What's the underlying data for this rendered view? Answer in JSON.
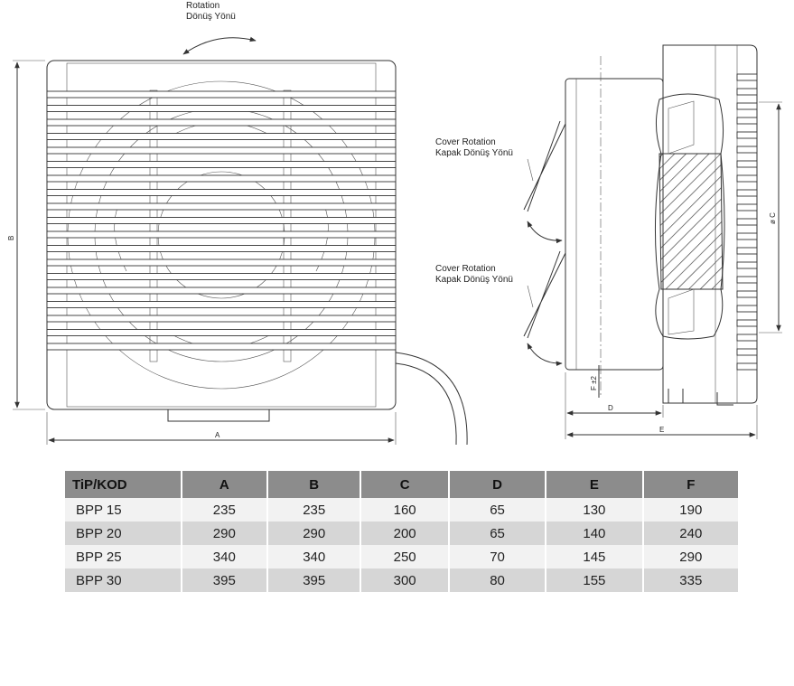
{
  "labels": {
    "rotation_en": "Rotation",
    "rotation_tr": "Dönüş Yönü",
    "cover_rotation_en": "Cover Rotation",
    "cover_rotation_tr": "Kapak Dönüş Yönü",
    "dim_a": "A",
    "dim_b": "B",
    "dim_c": "ø C",
    "dim_d": "D",
    "dim_e": "E",
    "dim_f": "F ±2"
  },
  "table": {
    "headers": [
      "TiP/KOD",
      "A",
      "B",
      "C",
      "D",
      "E",
      "F"
    ],
    "rows": [
      [
        "BPP 15",
        "235",
        "235",
        "160",
        "65",
        "130",
        "190"
      ],
      [
        "BPP 20",
        "290",
        "290",
        "200",
        "65",
        "140",
        "240"
      ],
      [
        "BPP 25",
        "340",
        "340",
        "250",
        "70",
        "145",
        "290"
      ],
      [
        "BPP 30",
        "395",
        "395",
        "300",
        "80",
        "155",
        "335"
      ]
    ]
  },
  "colors": {
    "header_bg": "#8c8c8c",
    "row_light": "#f2f2f2",
    "row_dark": "#d6d6d6",
    "line": "#333333"
  }
}
